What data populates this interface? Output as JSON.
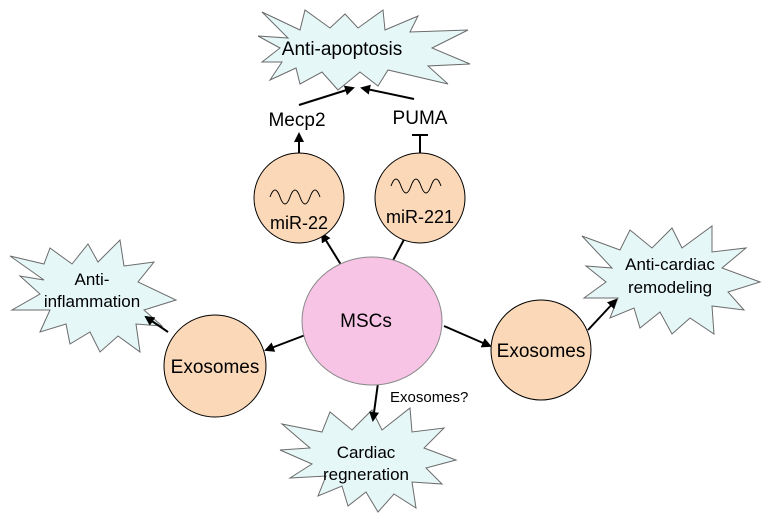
{
  "colors": {
    "star_fill": "#e6f7f8",
    "star_stroke": "#6b6b6b",
    "node_fill": "#fbd9b8",
    "node_stroke": "#000000",
    "msc_fill": "#f7c4e6",
    "msc_stroke": "#8a8a8a",
    "line": "#000000"
  },
  "outcomes": {
    "anti_apoptosis": "Anti-apoptosis",
    "anti_inflammation_line1": "Anti-",
    "anti_inflammation_line2": "inflammation",
    "anti_cardiac_line1": "Anti-cardiac",
    "anti_cardiac_line2": "remodeling",
    "cardiac_line1": "Cardiac",
    "cardiac_line2": "regneration"
  },
  "targets": {
    "mecp2": "Mecp2",
    "puma": "PUMA"
  },
  "nodes": {
    "mir22": "miR-22",
    "mir221": "miR-221",
    "mscs": "MSCs",
    "exosomes_left": "Exosomes",
    "exosomes_right": "Exosomes"
  },
  "edges": {
    "question_label": "Exosomes?"
  },
  "icons": {
    "mirna_wave": "wavy-line-icon"
  }
}
